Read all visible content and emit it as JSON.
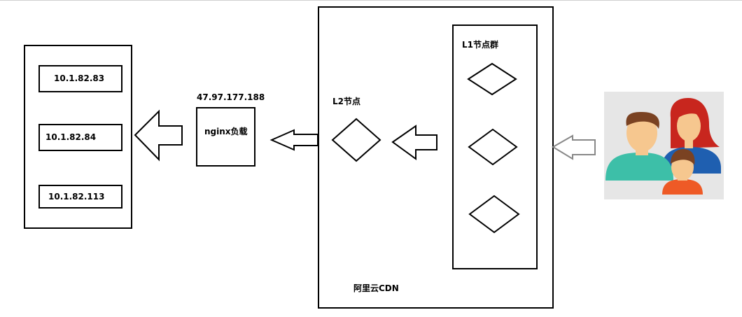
{
  "servers": {
    "items": [
      {
        "ip": "10.1.82.83"
      },
      {
        "ip": "10.1.82.84"
      },
      {
        "ip": "10.1.82.113"
      }
    ]
  },
  "nginx": {
    "ip": "47.97.177.188",
    "label": "nginx负载"
  },
  "cdn": {
    "label": "阿里云CDN",
    "l2_label": "L2节点",
    "l1_label": "L1节点群"
  },
  "users": {
    "icon": "family-users-icon"
  },
  "colors": {
    "stroke": "#000000",
    "gray_arrow": "#888888",
    "users_bg": "#e6e6e6",
    "man_shirt": "#3dbfa8",
    "woman_hair": "#c8261e",
    "woman_shirt": "#1f5fb0",
    "child_shirt": "#ee5a26",
    "skin": "#f6c78f",
    "man_hair": "#7a4222"
  }
}
